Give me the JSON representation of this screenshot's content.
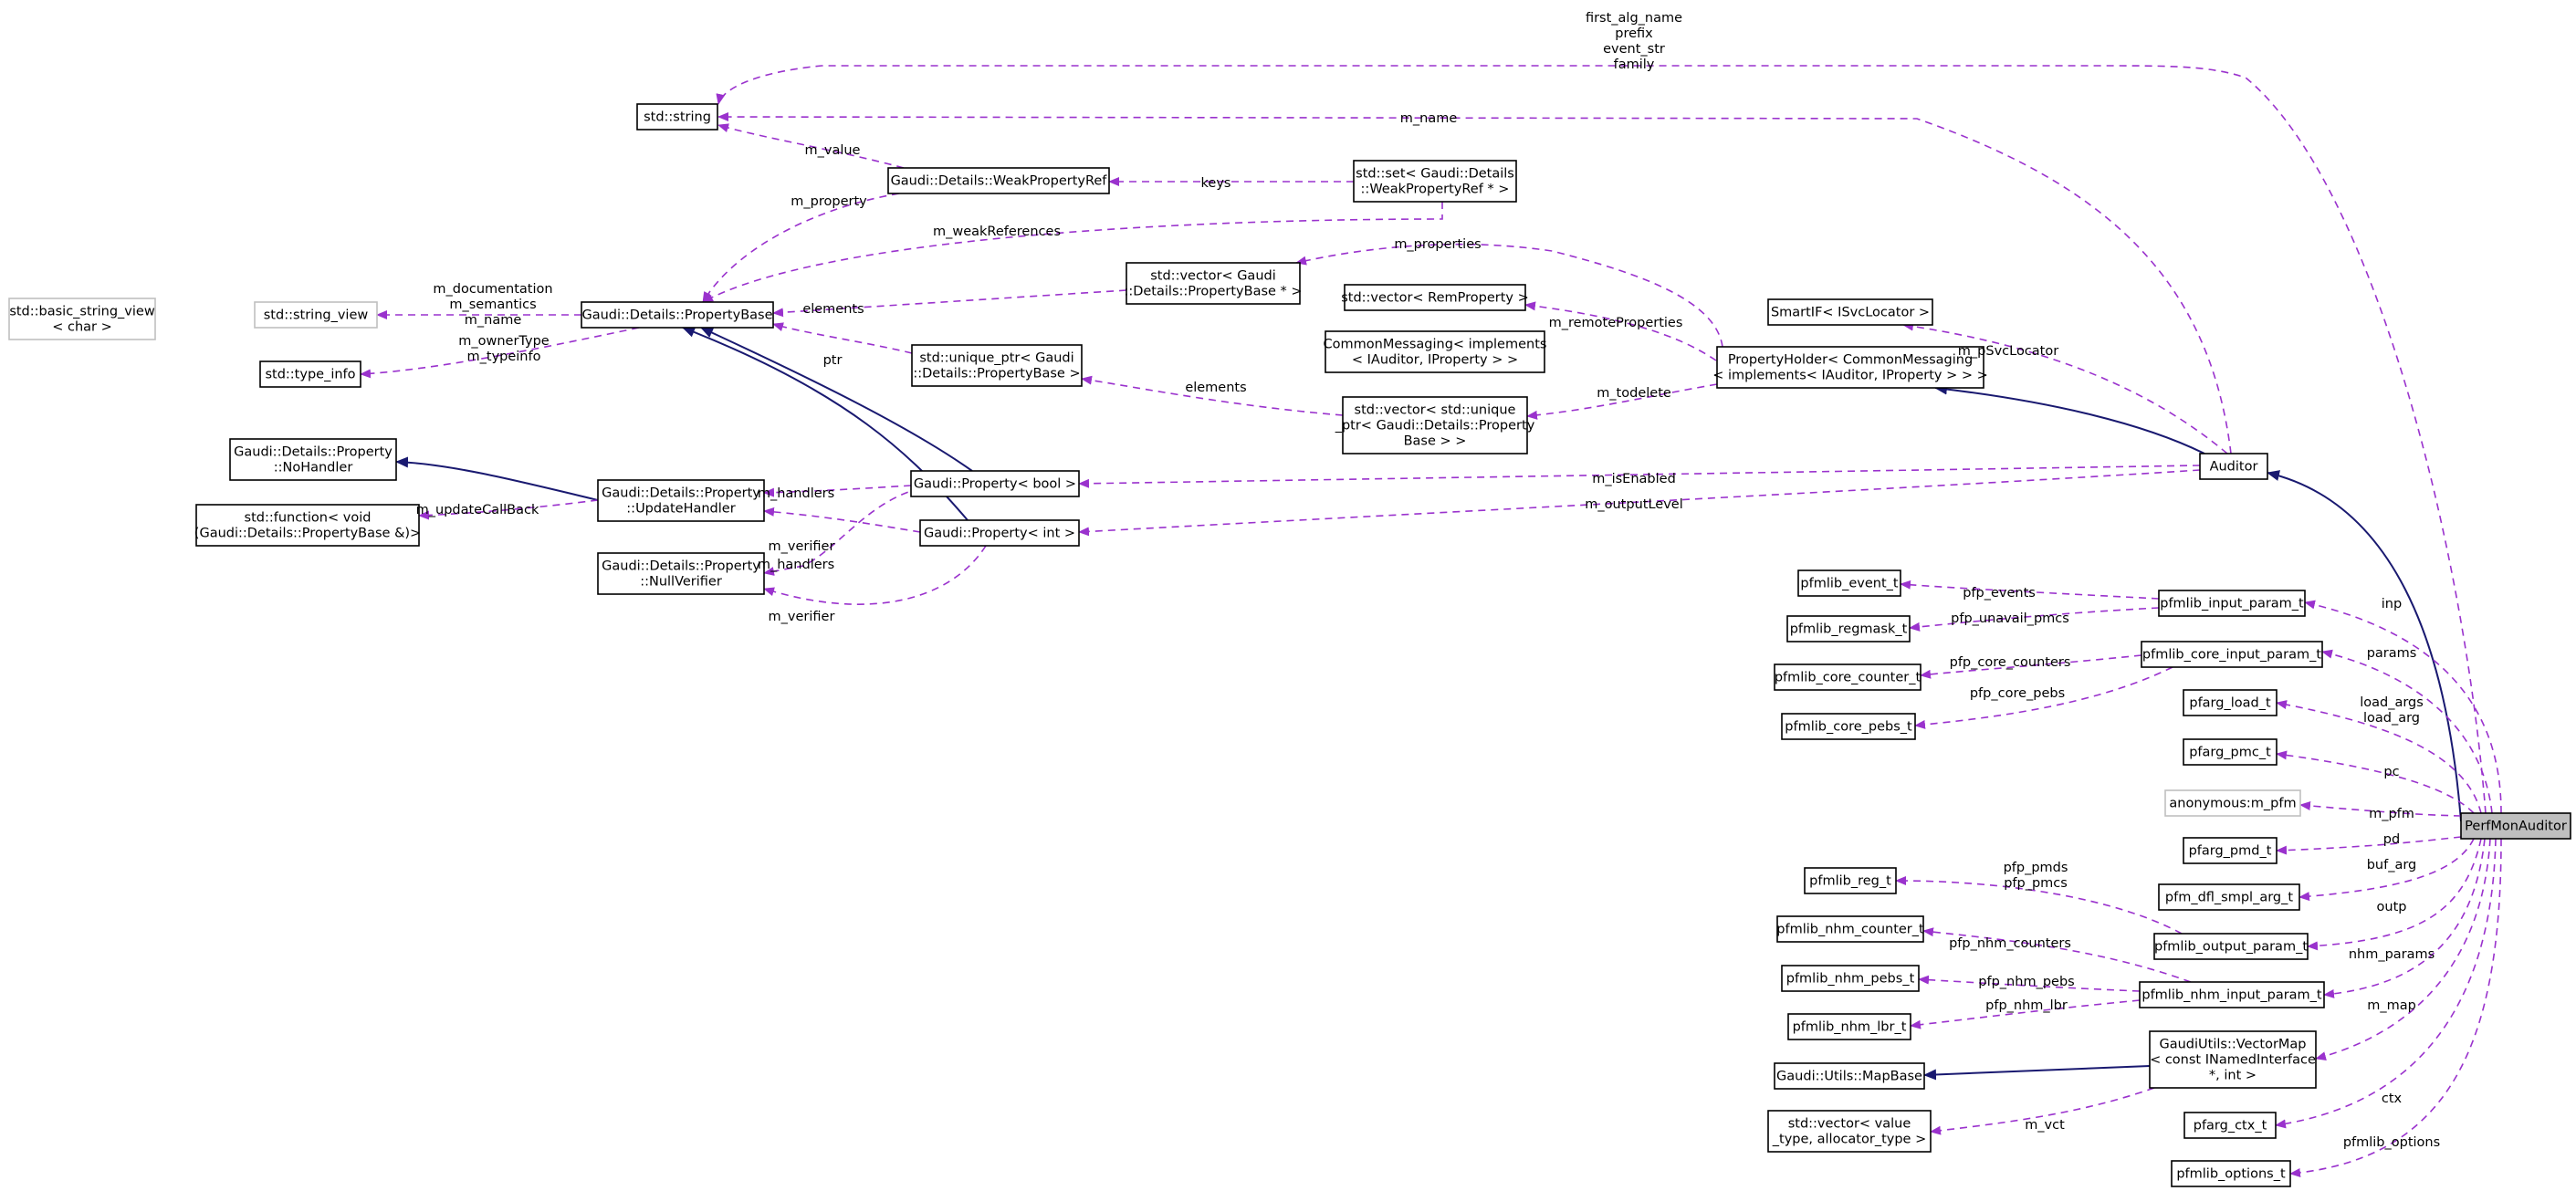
{
  "nodes": {
    "std_string": [
      "std::string"
    ],
    "weakref": [
      "Gaudi::Details::WeakPropertyRef"
    ],
    "set_weakref": [
      "std::set< Gaudi::Details",
      "::WeakPropertyRef * >"
    ],
    "basic_string_view": [
      "std::basic_string_view",
      "< char >"
    ],
    "string_view": [
      "std::string_view"
    ],
    "propbase": [
      "Gaudi::Details::PropertyBase"
    ],
    "type_info": [
      "std::type_info"
    ],
    "vec_propbase": [
      "std::vector< Gaudi",
      "::Details::PropertyBase * >"
    ],
    "uptr_propbase": [
      "std::unique_ptr< Gaudi",
      "::Details::PropertyBase >"
    ],
    "vec_remprop": [
      "std::vector< RemProperty >"
    ],
    "commonmsg": [
      "CommonMessaging< implements",
      "< IAuditor, IProperty > >"
    ],
    "vec_uptr": [
      "std::vector< std::unique",
      "_ptr< Gaudi::Details::Property",
      "Base > >"
    ],
    "propholder": [
      "PropertyHolder< CommonMessaging",
      "< implements< IAuditor, IProperty > > >"
    ],
    "smartif": [
      "SmartIF< ISvcLocator >"
    ],
    "nohandler": [
      "Gaudi::Details::Property",
      "::NoHandler"
    ],
    "updatehandler": [
      "Gaudi::Details::Property",
      "::UpdateHandler"
    ],
    "std_function": [
      "std::function< void",
      "(Gaudi::Details::PropertyBase &)>"
    ],
    "nullverifier": [
      "Gaudi::Details::Property",
      "::NullVerifier"
    ],
    "prop_bool": [
      "Gaudi::Property< bool >"
    ],
    "prop_int": [
      "Gaudi::Property< int >"
    ],
    "auditor": [
      "Auditor"
    ],
    "pfmlib_event_t": [
      "pfmlib_event_t"
    ],
    "pfmlib_regmask_t": [
      "pfmlib_regmask_t"
    ],
    "pfmlib_input_param_t": [
      "pfmlib_input_param_t"
    ],
    "pfmlib_core_counter_t": [
      "pfmlib_core_counter_t"
    ],
    "pfmlib_core_input_param_t": [
      "pfmlib_core_input_param_t"
    ],
    "pfmlib_core_pebs_t": [
      "pfmlib_core_pebs_t"
    ],
    "pfarg_load_t": [
      "pfarg_load_t"
    ],
    "pfarg_pmc_t": [
      "pfarg_pmc_t"
    ],
    "anon_m_pfm": [
      "anonymous:m_pfm"
    ],
    "perfmonauditor": [
      "PerfMonAuditor"
    ],
    "pfarg_pmd_t": [
      "pfarg_pmd_t"
    ],
    "pfm_dfl_smpl_arg_t": [
      "pfm_dfl_smpl_arg_t"
    ],
    "pfmlib_reg_t": [
      "pfmlib_reg_t"
    ],
    "pfmlib_output_param_t": [
      "pfmlib_output_param_t"
    ],
    "pfmlib_nhm_counter_t": [
      "pfmlib_nhm_counter_t"
    ],
    "pfmlib_nhm_pebs_t": [
      "pfmlib_nhm_pebs_t"
    ],
    "pfmlib_nhm_input_param_t": [
      "pfmlib_nhm_input_param_t"
    ],
    "pfmlib_nhm_lbr_t": [
      "pfmlib_nhm_lbr_t"
    ],
    "mapbase": [
      "Gaudi::Utils::MapBase"
    ],
    "vectormap": [
      "GaudiUtils::VectorMap",
      "< const INamedInterface",
      "*, int >"
    ],
    "vec_value": [
      "std::vector< value",
      "_type, allocator_type >"
    ],
    "pfarg_ctx_t": [
      "pfarg_ctx_t"
    ],
    "pfmlib_options_t": [
      "pfmlib_options_t"
    ]
  },
  "edge_labels": {
    "top_string": [
      "first_alg_name",
      "prefix",
      "event_str",
      "family"
    ],
    "m_name": [
      "m_name"
    ],
    "m_value": [
      "m_value"
    ],
    "keys": [
      "keys"
    ],
    "m_property": [
      "m_property"
    ],
    "m_weakReferences": [
      "m_weakReferences"
    ],
    "m_properties": [
      "m_properties"
    ],
    "string_view_lbl": [
      "m_documentation",
      "m_semantics",
      "m_name"
    ],
    "type_info_lbl": [
      "m_ownerType",
      "m_typeinfo"
    ],
    "elements_vec": [
      "elements"
    ],
    "ptr": [
      "ptr"
    ],
    "elements_uptr": [
      "elements"
    ],
    "m_remoteProperties": [
      "m_remoteProperties"
    ],
    "m_todelete": [
      "m_todelete"
    ],
    "m_pSvcLocator": [
      "m_pSvcLocator"
    ],
    "m_isEnabled": [
      "m_isEnabled"
    ],
    "m_outputLevel": [
      "m_outputLevel"
    ],
    "m_handlers_1": [
      "m_handlers"
    ],
    "m_handlers_2": [
      "m_handlers"
    ],
    "m_updateCallBack": [
      "m_updateCallBack"
    ],
    "m_verifier_1": [
      "m_verifier"
    ],
    "m_verifier_2": [
      "m_verifier"
    ],
    "pfp_events": [
      "pfp_events"
    ],
    "pfp_unavail_pmcs": [
      "pfp_unavail_pmcs"
    ],
    "inp": [
      "inp"
    ],
    "pfp_core_counters": [
      "pfp_core_counters"
    ],
    "pfp_core_pebs": [
      "pfp_core_pebs"
    ],
    "params": [
      "params"
    ],
    "load_args": [
      "load_args",
      "load_arg"
    ],
    "pc": [
      "pc"
    ],
    "m_pfm": [
      "m_pfm"
    ],
    "pd": [
      "pd"
    ],
    "buf_arg": [
      "buf_arg"
    ],
    "pfp_pmds": [
      "pfp_pmds",
      "pfp_pmcs"
    ],
    "outp": [
      "outp"
    ],
    "pfp_nhm_counters": [
      "pfp_nhm_counters"
    ],
    "pfp_nhm_pebs": [
      "pfp_nhm_pebs"
    ],
    "pfp_nhm_lbr": [
      "pfp_nhm_lbr"
    ],
    "nhm_params": [
      "nhm_params"
    ],
    "m_map": [
      "m_map"
    ],
    "m_vct": [
      "m_vct"
    ],
    "ctx": [
      "ctx"
    ],
    "pfmlib_options": [
      "pfmlib_options"
    ]
  },
  "colors": {
    "usage_edge": "#9a32cd",
    "inheritance_edge": "#191970",
    "node_border": "#000000",
    "external_node_border": "#bfbfbf",
    "focus_node_fill": "#bfbfbf"
  }
}
